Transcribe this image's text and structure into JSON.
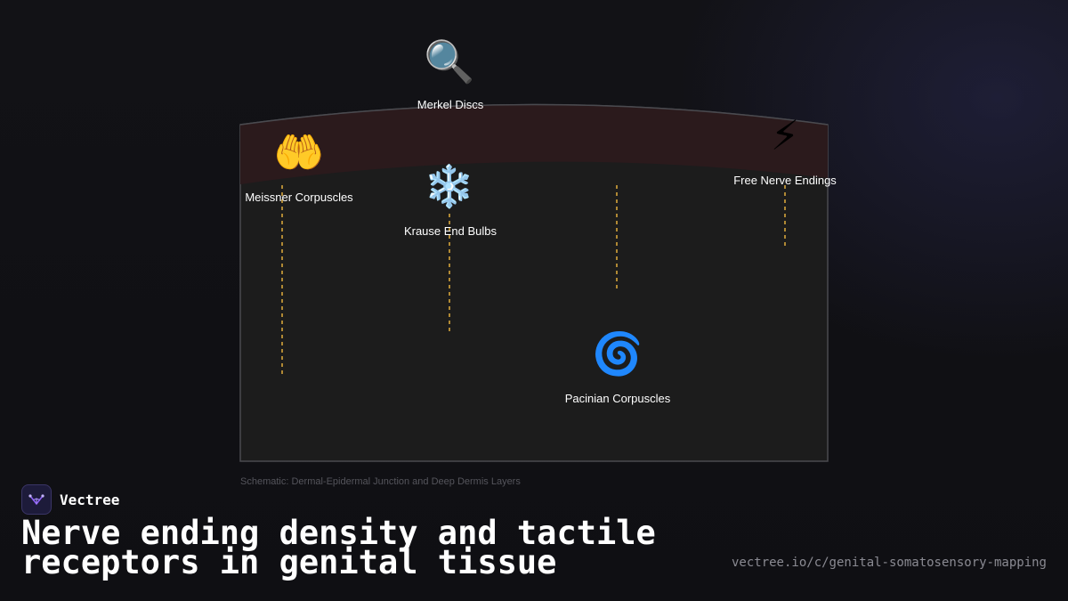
{
  "colors": {
    "epidermis": "#2b1a1c",
    "dermis": "#1c1c1c",
    "border": "#4a4a4f",
    "nerve_line": "#d4a43a"
  },
  "receptors": [
    {
      "id": "merkel",
      "name": "Merkel Discs",
      "icon": "🔍",
      "icon_name": "magnifier-icon"
    },
    {
      "id": "meissner",
      "name": "Meissner Corpuscles",
      "icon": "🤲",
      "icon_name": "open-hands-icon"
    },
    {
      "id": "krause",
      "name": "Krause End Bulbs",
      "icon": "❄️",
      "icon_name": "snowflake-icon"
    },
    {
      "id": "free",
      "name": "Free Nerve Endings",
      "icon": "⚡",
      "icon_name": "lightning-icon"
    },
    {
      "id": "pacinian",
      "name": "Pacinian Corpuscles",
      "icon": "🌀",
      "icon_name": "cyclone-icon"
    }
  ],
  "caption": "Schematic: Dermal-Epidermal Junction and Deep Dermis Layers",
  "brand": {
    "name": "Vectree",
    "icon_name": "vectree-logo-icon"
  },
  "title": "Nerve ending density and tactile receptors in genital tissue",
  "url": "vectree.io/c/genital-somatosensory-mapping"
}
